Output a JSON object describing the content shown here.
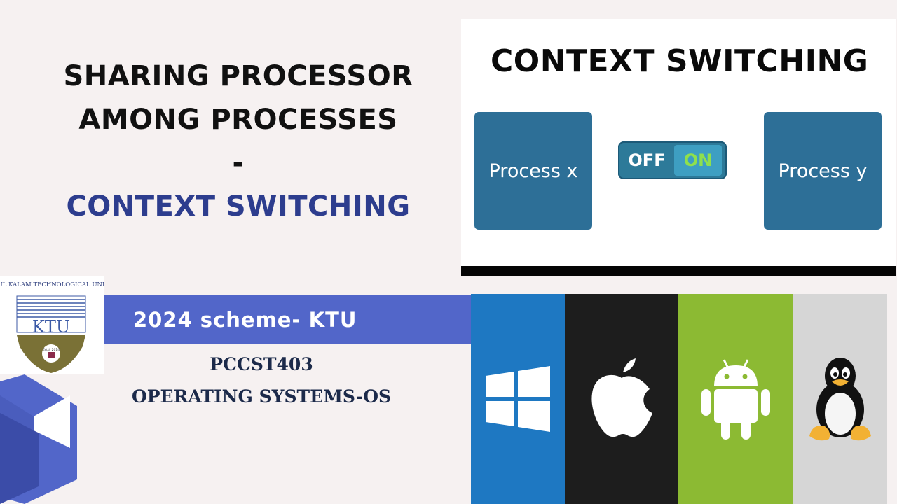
{
  "headline": {
    "line1": "SHARING PROCESSOR",
    "line2": "AMONG PROCESSES",
    "dash": "-",
    "accent": "CONTEXT SWITCHING"
  },
  "diagram": {
    "title": "CONTEXT SWITCHING",
    "process_x": "Process x",
    "process_y": "Process y",
    "toggle_off": "OFF",
    "toggle_on": "ON"
  },
  "logo": {
    "text_top": "APJ ABDUL KALAM TECHNOLOGICAL UNIVERSITY",
    "monogram": "KTU",
    "seal": "Estd. 2014"
  },
  "scheme": "2024 scheme- KTU",
  "course_code": "PCCST403",
  "course_name": "OPERATING SYSTEMS-OS",
  "os_icons": [
    "windows-logo-icon",
    "apple-logo-icon",
    "android-logo-icon",
    "linux-tux-icon"
  ],
  "colors": {
    "accent_navy": "#2d3d8e",
    "banner_blue": "#5266c9",
    "process_blue": "#2d6f97",
    "windows_blue": "#1e78c2",
    "apple_black": "#1d1d1d",
    "android_green": "#8cba33",
    "linux_gray": "#d6d6d6"
  }
}
